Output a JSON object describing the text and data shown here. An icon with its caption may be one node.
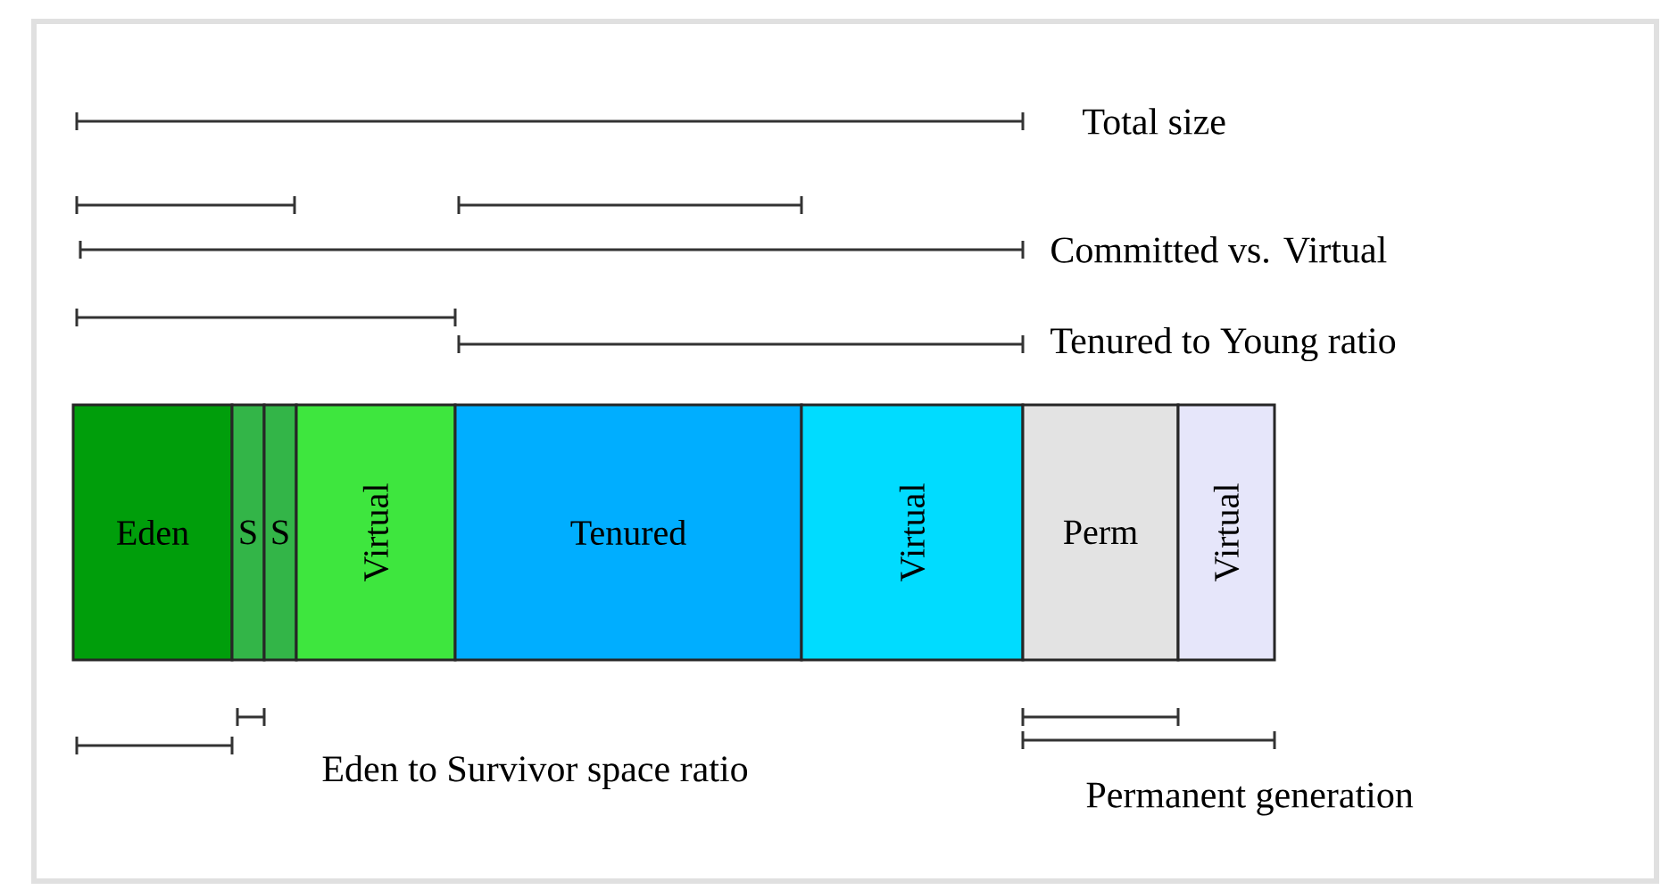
{
  "diagram": {
    "nodes": [
      {
        "text": [
          "Eden"
        ]
      },
      {
        "text": [
          "S"
        ]
      },
      {
        "text": [
          "S"
        ]
      },
      {
        "text": [
          "Virtual"
        ]
      },
      {
        "text": [
          "Tenured"
        ]
      },
      {
        "text": [
          "Virtual"
        ]
      },
      {
        "text": [
          "Perm"
        ]
      },
      {
        "text": [
          "Virtual"
        ]
      }
    ],
    "labels": [
      "Total size",
      "Committed vs. Virtual",
      "Tenured to Young ratio",
      "Eden to Survivor space ratio",
      "Permanent generation"
    ]
  }
}
